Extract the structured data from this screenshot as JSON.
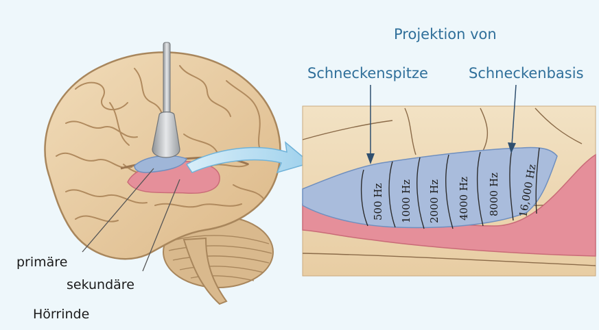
{
  "header": {
    "projection_title": "Projektion von",
    "apex_label": "Schneckenspitze",
    "base_label": "Schneckenbasis"
  },
  "brain_labels": {
    "primary": "primäre",
    "secondary": "sekundäre",
    "cortex": "Hörrinde"
  },
  "frequency_bands": [
    "500 Hz",
    "1000 Hz",
    "2000 Hz",
    "4000 Hz",
    "8000 Hz",
    "16,000 Hz"
  ],
  "colors": {
    "background": "#eef7fb",
    "label_blue": "#2f6f9a",
    "brain": "#e9cfa6",
    "primary_cortex": "#9fb6d8",
    "secondary_cortex": "#e58f9a",
    "arrow": "#a9d6ee"
  }
}
